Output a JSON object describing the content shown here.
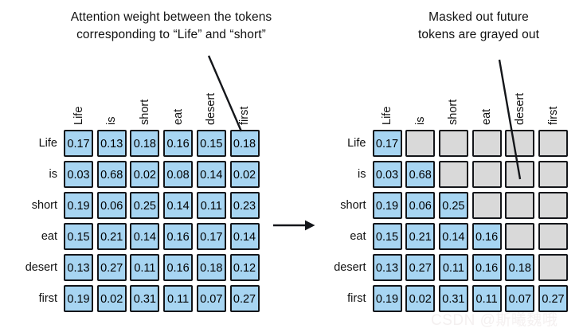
{
  "left_panel": {
    "title_line1": "Attention weight between the tokens",
    "title_line2": "corresponding to “Life” and “short”",
    "tokens": [
      "Life",
      "is",
      "short",
      "eat",
      "desert",
      "first"
    ],
    "matrix": [
      [
        "0.17",
        "0.13",
        "0.18",
        "0.16",
        "0.15",
        "0.18"
      ],
      [
        "0.03",
        "0.68",
        "0.02",
        "0.08",
        "0.14",
        "0.02"
      ],
      [
        "0.19",
        "0.06",
        "0.25",
        "0.14",
        "0.11",
        "0.23"
      ],
      [
        "0.15",
        "0.21",
        "0.14",
        "0.16",
        "0.17",
        "0.14"
      ],
      [
        "0.13",
        "0.27",
        "0.11",
        "0.16",
        "0.18",
        "0.12"
      ],
      [
        "0.19",
        "0.02",
        "0.31",
        "0.11",
        "0.07",
        "0.27"
      ]
    ]
  },
  "right_panel": {
    "title_line1": "Masked out future",
    "title_line2": "tokens are grayed out",
    "tokens": [
      "Life",
      "is",
      "short",
      "eat",
      "desert",
      "first"
    ],
    "matrix": [
      [
        "0.17",
        null,
        null,
        null,
        null,
        null
      ],
      [
        "0.03",
        "0.68",
        null,
        null,
        null,
        null
      ],
      [
        "0.19",
        "0.06",
        "0.25",
        null,
        null,
        null
      ],
      [
        "0.15",
        "0.21",
        "0.14",
        "0.16",
        null,
        null
      ],
      [
        "0.13",
        "0.27",
        "0.11",
        "0.16",
        "0.18",
        null
      ],
      [
        "0.19",
        "0.02",
        "0.31",
        "0.11",
        "0.07",
        "0.27"
      ]
    ]
  },
  "watermark": "CSDN @斯曦魏哦",
  "colors": {
    "value_cell": "#a7d5f2",
    "masked_cell": "#d9d9d9",
    "border": "#14161a"
  }
}
